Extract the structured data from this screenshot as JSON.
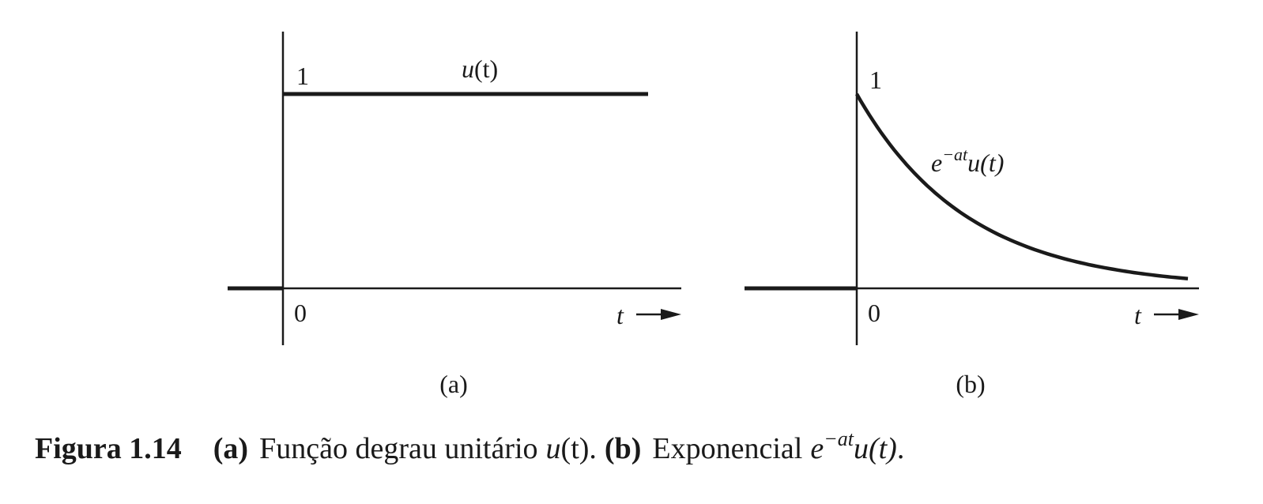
{
  "colors": {
    "ink": "#1a1a1a",
    "background": "#ffffff"
  },
  "chart_data": [
    {
      "type": "line",
      "panel_label": "(a)",
      "y_tick": "1",
      "origin_label": "0",
      "x_axis_label": "t",
      "curve_label": {
        "base": "u",
        "sup": "",
        "rest": "(t)"
      },
      "series": [
        {
          "x": [
            "t<0",
            "t≥0"
          ],
          "values": [
            0,
            1
          ]
        }
      ]
    },
    {
      "type": "line",
      "panel_label": "(b)",
      "y_tick": "1",
      "origin_label": "0",
      "x_axis_label": "t",
      "curve_label": {
        "base": "e",
        "sup": "−at",
        "rest": "u(t)"
      },
      "series": [
        {
          "x": [
            "t<0",
            "t≥0"
          ],
          "values": [
            0,
            "e^(−at)"
          ]
        }
      ]
    }
  ],
  "caption": {
    "number": "Figura 1.14",
    "part_a_tag": "(a)",
    "part_a_text": "Função degrau unitário",
    "part_a_math": "u",
    "part_a_math_arg": "(t)",
    "sep": ".",
    "part_b_tag": "(b)",
    "part_b_text": "Exponencial",
    "part_b_base": "e",
    "part_b_sup": "−at",
    "part_b_rest": "u(t)",
    "end": "."
  }
}
